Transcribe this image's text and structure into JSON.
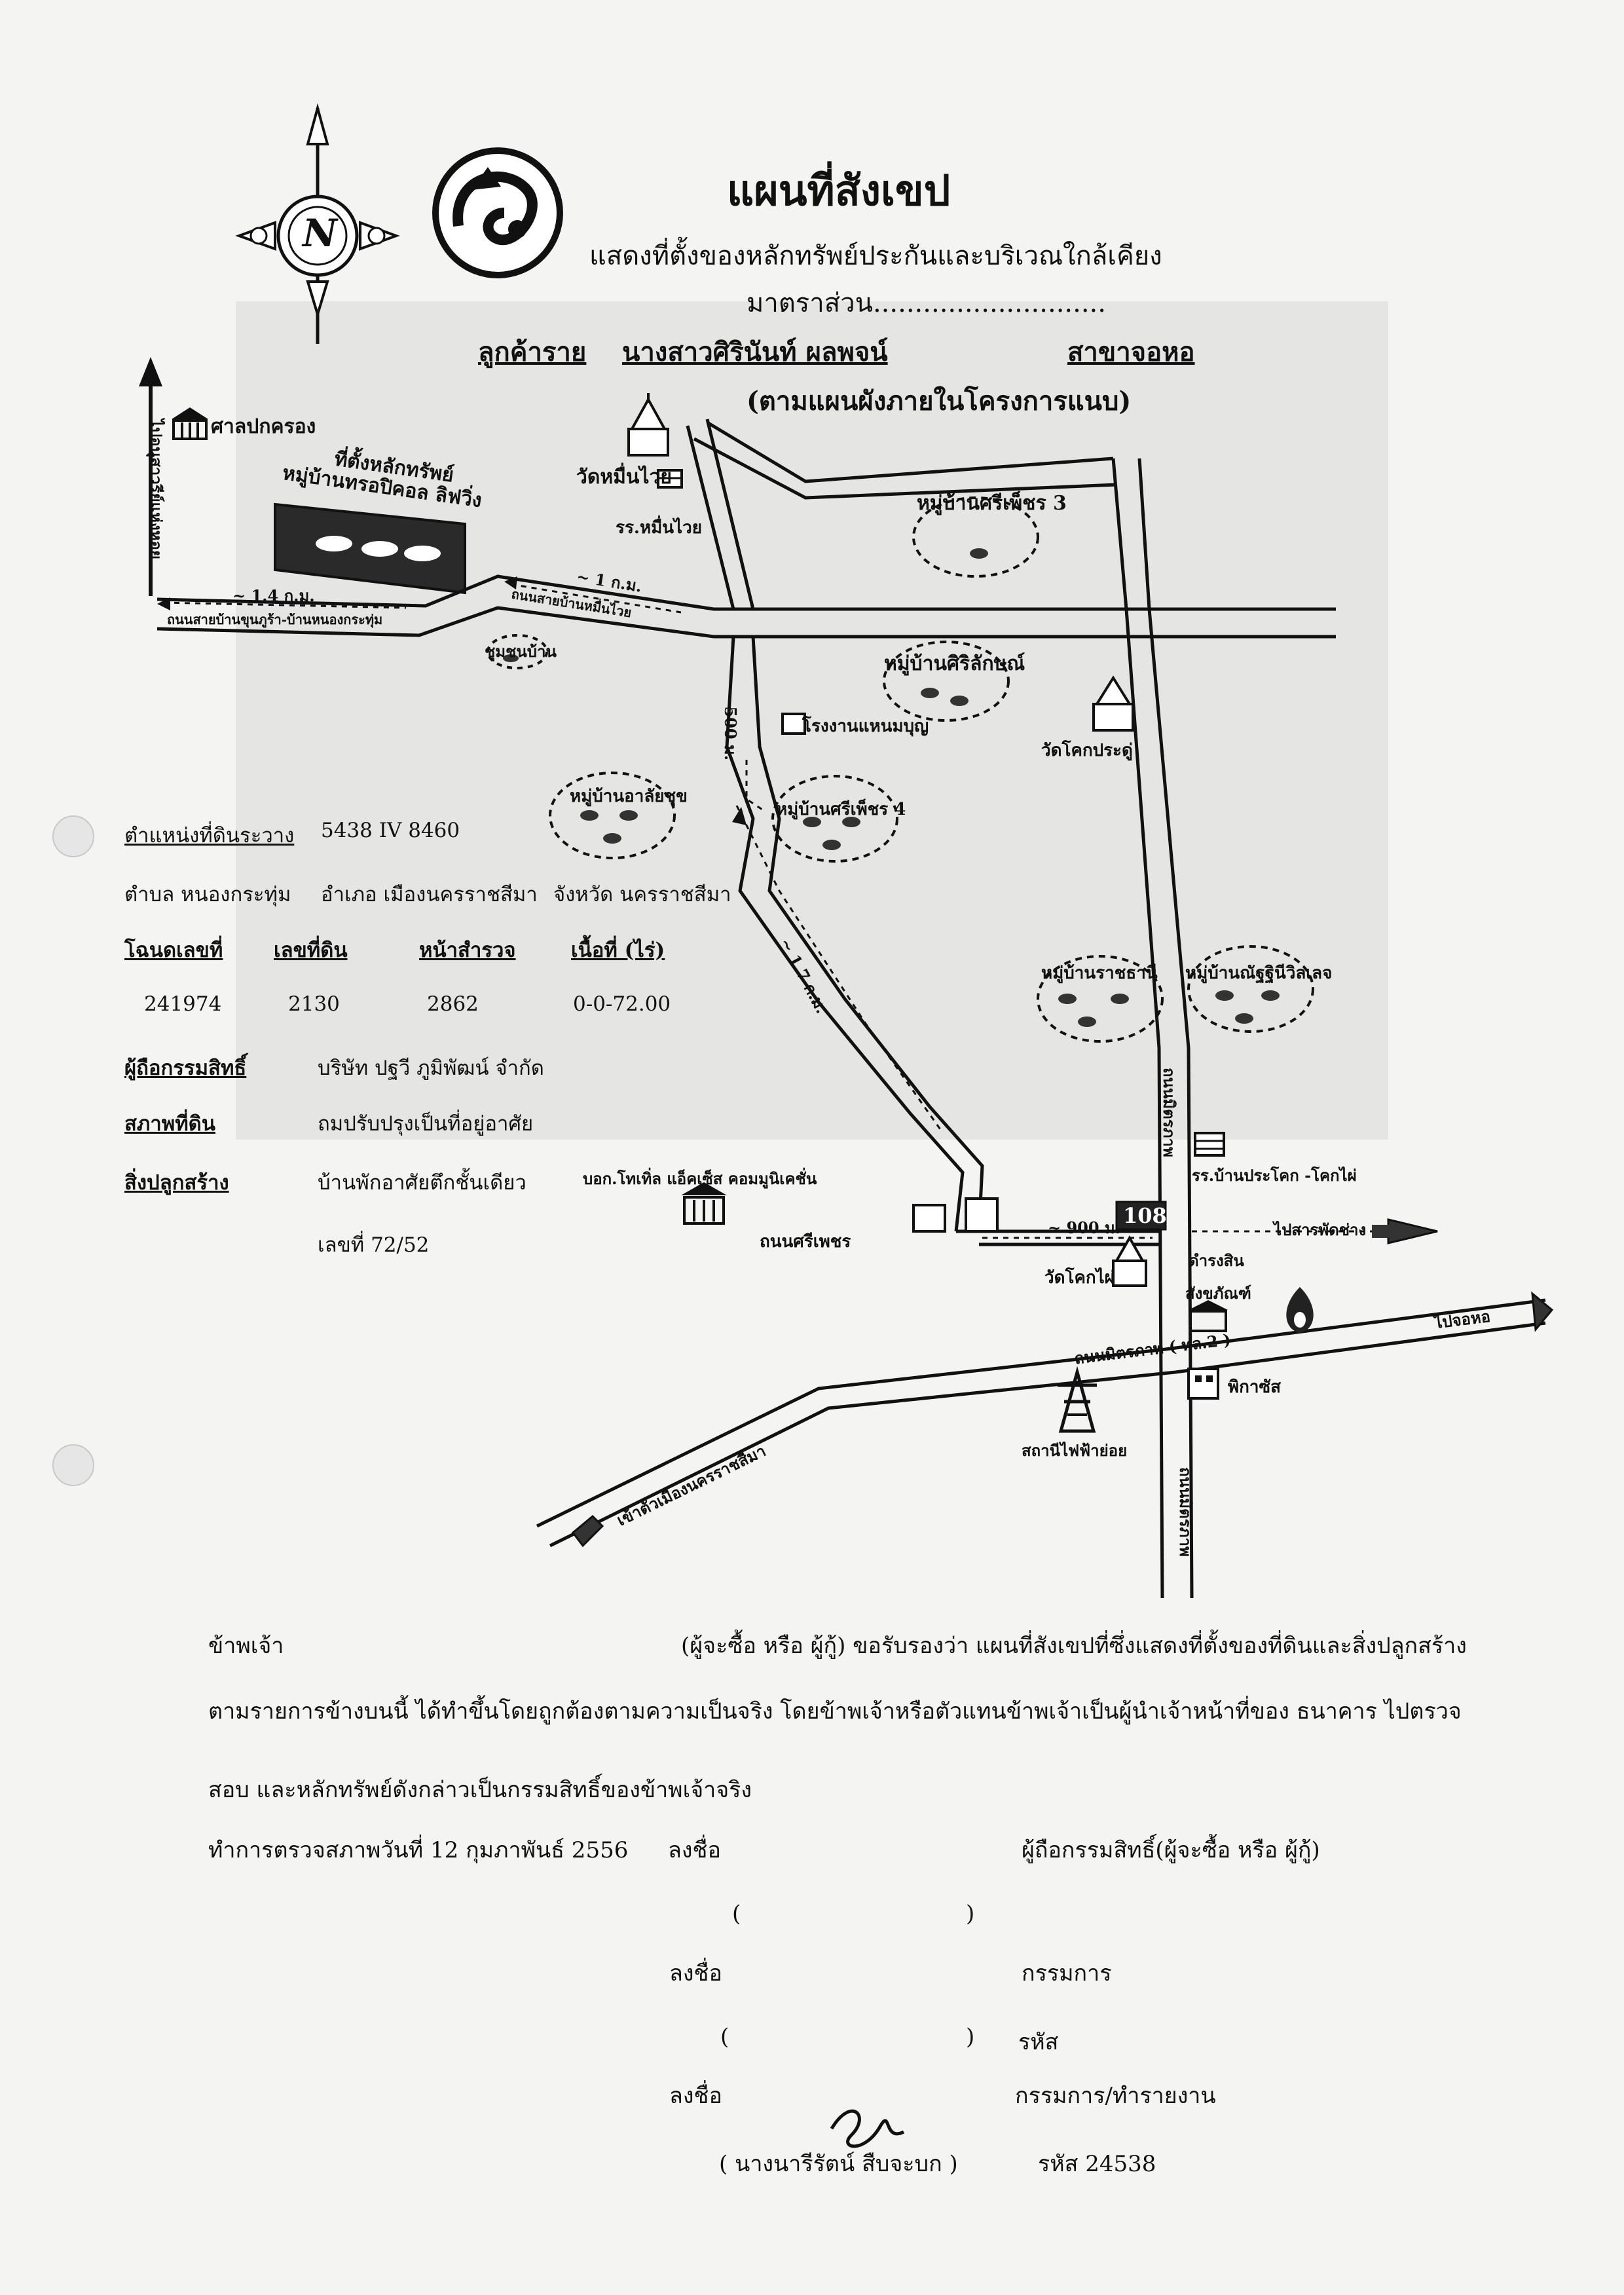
{
  "header": {
    "title": "แผนที่สังเขป",
    "subtitle": "แสดงที่ตั้งของหลักทรัพย์ประกันและบริเวณใกล้เคียง",
    "scale_label": "มาตราส่วน............................",
    "customer_label": "ลูกค้าราย",
    "customer_name": "นางสาวศิรินันท์ ผลพจน์",
    "branch": "สาขาจอหอ",
    "note": "(ตามแผนผังภายในโครงการแนบ)",
    "compass_letter": "N"
  },
  "map": {
    "labels": {
      "court": "ศาลปกครอง",
      "to_khonburi": "ไปอนุสาวรีย์แห่งหอย",
      "property_line1": "ที่ตั้งหลักทรัพย์",
      "property_line2": "หมู่บ้านทรอปิคอล ลิฟวิ่ง",
      "road_west": "ถนนสายบ้านขุนภูร้า-บ้านหนองกระทุ่ม",
      "dist_14": "~ 1.4 ก.ม.",
      "dist_1": "~ 1 ก.ม.",
      "road_mid": "ถนนสายบ้านหมื่นไวย",
      "wat_muenwai": "วัดหมื่นไวย",
      "school_muenwai": "รร.หมื่นไวย",
      "village_sriphet3": "หมู่บ้านศรีเพ็ชร 3",
      "village_left": "ชุมชนบ้าน",
      "village_sirilak": "หมู่บ้านศิริลักษณ์",
      "dist_500": "~ 500 ม.",
      "factory": "โรงงานแหนมบุญ",
      "wat_khok_pradu": "วัดโคกประดู่",
      "village_arun": "หมู่บ้านอาลัยชุข",
      "village_sriphet4": "หมู่บ้านศรีเพ็ชร 4",
      "dist_17": "~ 1.7 ก.ม.",
      "village_ratchathani": "หมู่บ้านราชธานี",
      "village_jiravill": "หมู่บ้านณัฐฐินีวิลเลจ",
      "road_vertical": "ถนนมิตรภาพ",
      "school_ban_khok": "รร.บ้านประโคก -โคกไผ่",
      "company": "บอก.โทเทิ่ล แอ็คเซ็ส คอมมูนิเคชั่น",
      "road_sriphet": "ถนนศรีเพชร",
      "dist_900": "~ 900 ม.",
      "route_108": "108",
      "to_sarat": "ไปสารพัดช่าง",
      "wat_khok_phai": "วัดโคกไผ่",
      "bank_sub": "ดำรงสิน",
      "bank_sub2": "สังขภัณฑ์",
      "road_mittraphap": "ถนนมิตรภาพ ( ทล.2 )",
      "to_chokho": "ไปจอหอ",
      "shop": "พิกาซัส",
      "power_station": "สถานีไฟฟ้าย่อย",
      "to_city": "เข้าตัวเมืองนครราชสีมา",
      "road_south": "ถนนมิตรภาพ"
    }
  },
  "info": {
    "coord_label": "ตำแหน่งที่ดินระวาง",
    "coord_value": "5438 IV 8460",
    "subdistrict": "ตำบล หนองกระทุ่ม",
    "district": "อำเภอ เมืองนครราชสีมา",
    "province": "จังหวัด นครราชสีมา",
    "columns": [
      "โฉนดเลขที่",
      "เลขที่ดิน",
      "หน้าสำรวจ",
      "เนื้อที่ (ไร่)"
    ],
    "row": [
      "241974",
      "2130",
      "2862",
      "0-0-72.00"
    ],
    "owner_label": "ผู้ถือกรรมสิทธิ์",
    "owner_value": "บริษัท ปฐวี ภูมิพัฒน์ จำกัด",
    "land_label": "สภาพที่ดิน",
    "land_value": "ถมปรับปรุงเป็นที่อยู่อาศัย",
    "building_label": "สิ่งปลูกสร้าง",
    "building_value": "บ้านพักอาศัยตึกชั้นเดียว",
    "house_no": "เลขที่ 72/52"
  },
  "certification": {
    "line1_a": "ข้าพเจ้า",
    "line1_b": "(ผู้จะซื้อ หรือ ผู้กู้) ขอรับรองว่า แผนที่สังเขปที่ซึ่งแสดงที่ตั้งของที่ดินและสิ่งปลูกสร้าง",
    "line2": "ตามรายการข้างบนนี้ ได้ทำขึ้นโดยถูกต้องตามความเป็นจริง โดยข้าพเจ้าหรือตัวแทนข้าพเจ้าเป็นผู้นำเจ้าหน้าที่ของ ธนาคาร ไปตรวจ",
    "line3": "สอบ และหลักทรัพย์ดังกล่าวเป็นกรรมสิทธิ์ของข้าพเจ้าจริง",
    "inspect_date": "ทำการตรวจสภาพวันที่ 12 กุมภาพันธ์ 2556",
    "sign1": "ลงชื่อ",
    "owner_role": "ผู้ถือกรรมสิทธิ์(ผู้จะซื้อ หรือ ผู้กู้)",
    "paren_open": "(",
    "paren_close": ")",
    "sign2": "ลงชื่อ",
    "role_director": "กรรมการ",
    "code_label": "รหัส",
    "sign3": "ลงชื่อ",
    "role_reporter": "กรรมการ/ทำรายงาน",
    "signer_name": "( นางนารีรัตน์ สืบจะบก )",
    "signer_code": "รหัส 24538"
  }
}
